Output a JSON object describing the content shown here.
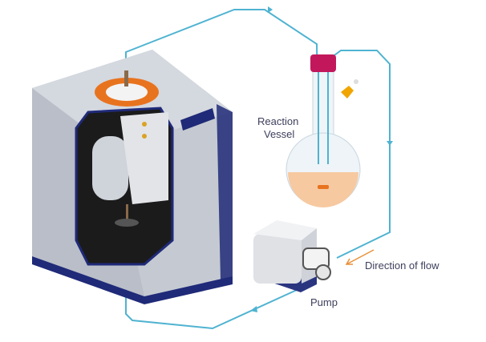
{
  "labels": {
    "vessel_line1": "Reaction",
    "vessel_line2": "Vessel",
    "direction": "Direction of flow",
    "pump": "Pump"
  },
  "colors": {
    "tube": "#4fb3d1",
    "arrow": "#e8913a",
    "instrument_body": "#b9bec8",
    "instrument_trim": "#1f2a78",
    "cap": "#c2185b",
    "liquid": "#f7c9a0"
  }
}
